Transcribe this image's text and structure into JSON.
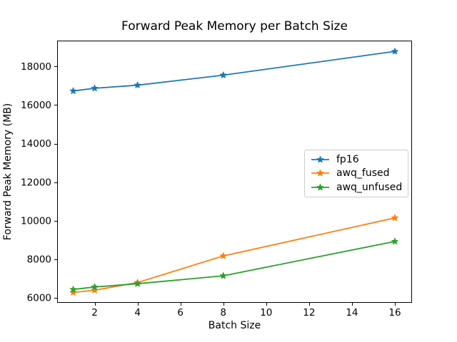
{
  "chart_data": {
    "type": "line",
    "title": "Forward Peak Memory per Batch Size",
    "xlabel": "Batch Size",
    "ylabel": "Forward Peak Memory (MB)",
    "x": [
      1,
      2,
      4,
      8,
      16
    ],
    "series": [
      {
        "name": "fp16",
        "color": "#1f77b4",
        "values": [
          16730,
          16870,
          17030,
          17550,
          18780
        ]
      },
      {
        "name": "awq_fused",
        "color": "#ff7f0e",
        "values": [
          6290,
          6400,
          6800,
          8180,
          10150
        ]
      },
      {
        "name": "awq_unfused",
        "color": "#2ca02c",
        "values": [
          6440,
          6570,
          6740,
          7150,
          8930
        ]
      }
    ],
    "x_ticks": [
      2,
      4,
      6,
      8,
      10,
      12,
      14,
      16
    ],
    "y_ticks": [
      6000,
      8000,
      10000,
      12000,
      14000,
      16000,
      18000
    ],
    "xlim": [
      0.25,
      16.8
    ],
    "ylim": [
      5750,
      19340
    ],
    "marker": "star",
    "grid": false,
    "legend_position": "center right",
    "axis_color": "#000000",
    "background_color": "#ffffff"
  }
}
